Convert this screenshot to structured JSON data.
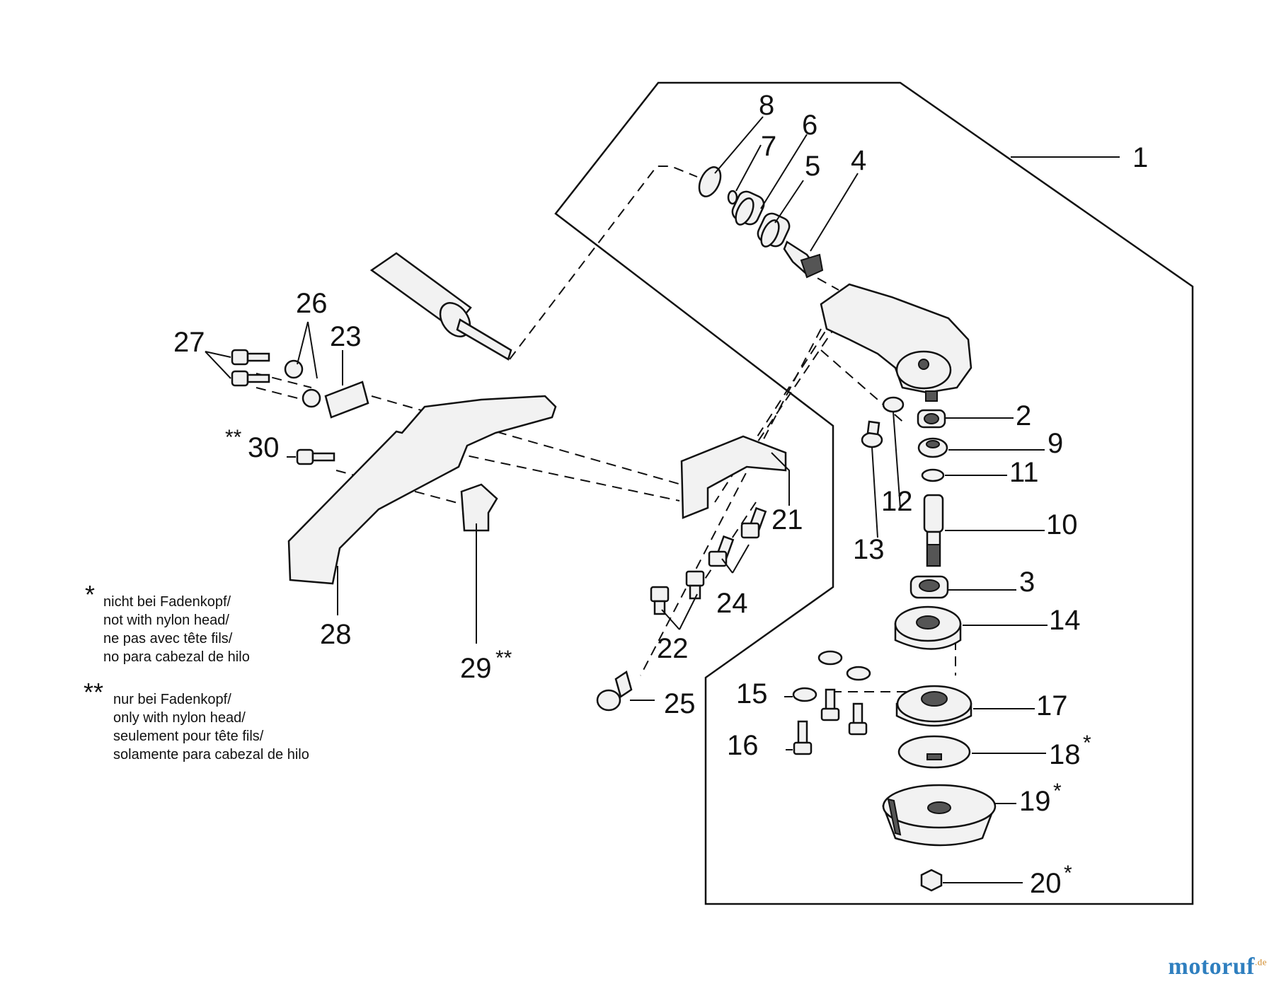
{
  "parts": [
    {
      "id": "p1",
      "label": "1"
    },
    {
      "id": "p2",
      "label": "2"
    },
    {
      "id": "p3",
      "label": "3"
    },
    {
      "id": "p4",
      "label": "4"
    },
    {
      "id": "p5",
      "label": "5"
    },
    {
      "id": "p6",
      "label": "6"
    },
    {
      "id": "p7",
      "label": "7"
    },
    {
      "id": "p8",
      "label": "8"
    },
    {
      "id": "p9",
      "label": "9"
    },
    {
      "id": "p10",
      "label": "10"
    },
    {
      "id": "p11",
      "label": "11"
    },
    {
      "id": "p12",
      "label": "12"
    },
    {
      "id": "p13",
      "label": "13"
    },
    {
      "id": "p14",
      "label": "14"
    },
    {
      "id": "p15",
      "label": "15"
    },
    {
      "id": "p16",
      "label": "16"
    },
    {
      "id": "p17",
      "label": "17"
    },
    {
      "id": "p18",
      "label": "18"
    },
    {
      "id": "p19",
      "label": "19"
    },
    {
      "id": "p20",
      "label": "20"
    },
    {
      "id": "p21",
      "label": "21"
    },
    {
      "id": "p22",
      "label": "22"
    },
    {
      "id": "p23",
      "label": "23"
    },
    {
      "id": "p24",
      "label": "24"
    },
    {
      "id": "p25",
      "label": "25"
    },
    {
      "id": "p26",
      "label": "26"
    },
    {
      "id": "p27",
      "label": "27"
    },
    {
      "id": "p28",
      "label": "28"
    },
    {
      "id": "p29",
      "label": "29"
    },
    {
      "id": "p30",
      "label": "30"
    }
  ],
  "markers": {
    "single": "*",
    "double": "**"
  },
  "notes": {
    "single": {
      "mark": "*",
      "lines": [
        "nicht bei Fadenkopf/",
        "not with nylon head/",
        "ne pas avec tête fils/",
        "no para cabezal de hilo"
      ]
    },
    "double": {
      "mark": "**",
      "lines": [
        "nur bei Fadenkopf/",
        "only with nylon head/",
        "seulement pour tête fils/",
        "solamente para cabezal de hilo"
      ]
    }
  },
  "logo": {
    "text": "motoruf",
    "suffix": ".de"
  }
}
